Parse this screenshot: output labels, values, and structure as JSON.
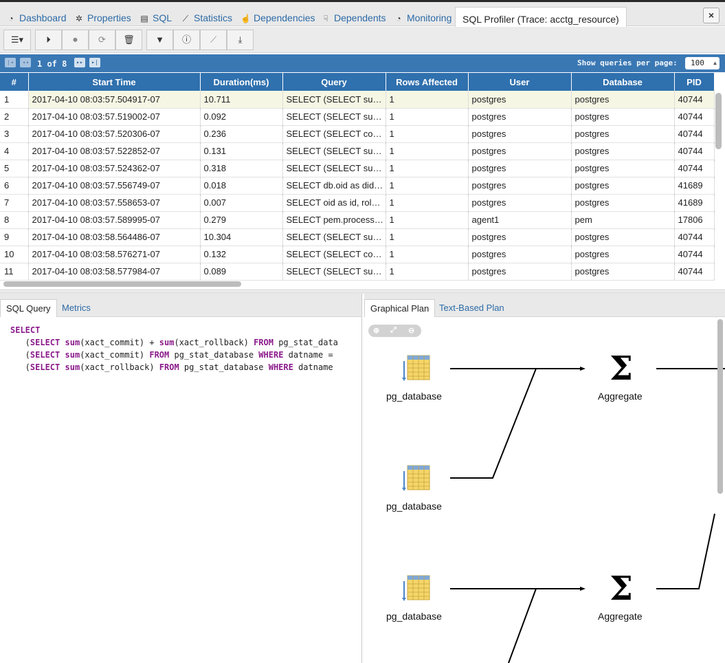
{
  "tabs": [
    {
      "label": "Dashboard",
      "icon": "dashboard-icon"
    },
    {
      "label": "Properties",
      "icon": "properties-icon"
    },
    {
      "label": "SQL",
      "icon": "sql-file-icon"
    },
    {
      "label": "Statistics",
      "icon": "statistics-icon"
    },
    {
      "label": "Dependencies",
      "icon": "dependencies-icon"
    },
    {
      "label": "Dependents",
      "icon": "dependents-icon"
    },
    {
      "label": "Monitoring",
      "icon": "monitoring-icon"
    },
    {
      "label": "SQL Profiler (Trace: acctg_resource)",
      "icon": ""
    }
  ],
  "close_label": "×",
  "pager": {
    "text": "1 of 8",
    "per_page_label": "Show queries per page:",
    "per_page_value": "100"
  },
  "grid": {
    "columns": [
      "#",
      "Start Time",
      "Duration(ms)",
      "Query",
      "Rows Affected",
      "User",
      "Database",
      "PID"
    ],
    "rows": [
      [
        "1",
        "2017-04-10 08:03:57.504917-07",
        "10.711",
        "SELECT (SELECT sum(xact_commit) + sum(xact_rollback) FROM pg_stat_database",
        "1",
        "postgres",
        "postgres",
        "40744"
      ],
      [
        "2",
        "2017-04-10 08:03:57.519002-07",
        "0.092",
        "SELECT (SELECT sum(xact_commit) FROM pg_stat_database",
        "1",
        "postgres",
        "postgres",
        "40744"
      ],
      [
        "3",
        "2017-04-10 08:03:57.520306-07",
        "0.236",
        "SELECT (SELECT count(*) FROM pg_stat_activity",
        "1",
        "postgres",
        "postgres",
        "40744"
      ],
      [
        "4",
        "2017-04-10 08:03:57.522852-07",
        "0.131",
        "SELECT (SELECT sum(tup_inserted) FROM pg_stat_database",
        "1",
        "postgres",
        "postgres",
        "40744"
      ],
      [
        "5",
        "2017-04-10 08:03:57.524362-07",
        "0.318",
        "SELECT (SELECT sum(blks_read) FROM pg_stat_database",
        "1",
        "postgres",
        "postgres",
        "40744"
      ],
      [
        "6",
        "2017-04-10 08:03:57.556749-07",
        "0.018",
        "SELECT db.oid as did, db.datname",
        "1",
        "postgres",
        "postgres",
        "41689"
      ],
      [
        "7",
        "2017-04-10 08:03:57.558653-07",
        "0.007",
        "SELECT oid as id, rolname as name",
        "1",
        "postgres",
        "postgres",
        "41689"
      ],
      [
        "8",
        "2017-04-10 08:03:57.589995-07",
        "0.279",
        "SELECT pem.process_alert_queue()",
        "1",
        "agent1",
        "pem",
        "17806"
      ],
      [
        "9",
        "2017-04-10 08:03:58.564486-07",
        "10.304",
        "SELECT (SELECT sum(xact_commit) + sum(xact_rollback) FROM pg_stat_database",
        "1",
        "postgres",
        "postgres",
        "40744"
      ],
      [
        "10",
        "2017-04-10 08:03:58.576271-07",
        "0.132",
        "SELECT (SELECT count(*) FROM pg_stat_activity",
        "1",
        "postgres",
        "postgres",
        "40744"
      ],
      [
        "11",
        "2017-04-10 08:03:58.577984-07",
        "0.089",
        "SELECT (SELECT sum(xact_commit) FROM pg_stat_database",
        "1",
        "postgres",
        "postgres",
        "40744"
      ]
    ]
  },
  "left_tabs": [
    "SQL Query",
    "Metrics"
  ],
  "right_tabs": [
    "Graphical Plan",
    "Text-Based Plan"
  ],
  "sql_lines": [
    [
      {
        "k": true,
        "t": "SELECT"
      }
    ],
    [
      {
        "k": false,
        "t": "   ("
      },
      {
        "k": true,
        "t": "SELECT"
      },
      {
        "k": false,
        "t": " "
      },
      {
        "k": true,
        "t": "sum"
      },
      {
        "k": false,
        "t": "(xact_commit) + "
      },
      {
        "k": true,
        "t": "sum"
      },
      {
        "k": false,
        "t": "(xact_rollback) "
      },
      {
        "k": true,
        "t": "FROM"
      },
      {
        "k": false,
        "t": " pg_stat_data"
      }
    ],
    [
      {
        "k": false,
        "t": "   ("
      },
      {
        "k": true,
        "t": "SELECT"
      },
      {
        "k": false,
        "t": " "
      },
      {
        "k": true,
        "t": "sum"
      },
      {
        "k": false,
        "t": "(xact_commit) "
      },
      {
        "k": true,
        "t": "FROM"
      },
      {
        "k": false,
        "t": " pg_stat_database "
      },
      {
        "k": true,
        "t": "WHERE"
      },
      {
        "k": false,
        "t": " datname ="
      }
    ],
    [
      {
        "k": false,
        "t": "   ("
      },
      {
        "k": true,
        "t": "SELECT"
      },
      {
        "k": false,
        "t": " "
      },
      {
        "k": true,
        "t": "sum"
      },
      {
        "k": false,
        "t": "(xact_rollback) "
      },
      {
        "k": true,
        "t": "FROM"
      },
      {
        "k": false,
        "t": " pg_stat_database "
      },
      {
        "k": true,
        "t": "WHERE"
      },
      {
        "k": false,
        "t": " datname"
      }
    ]
  ],
  "plan_nodes": [
    {
      "label": "pg_database",
      "kind": "table"
    },
    {
      "label": "Aggregate",
      "kind": "aggregate"
    },
    {
      "label": "pg_database",
      "kind": "table"
    },
    {
      "label": "pg_database",
      "kind": "table"
    },
    {
      "label": "Aggregate",
      "kind": "aggregate"
    }
  ],
  "colors": {
    "header_blue": "#2f70ae",
    "pager_blue": "#3a78b4",
    "link_blue": "#2c6aa6",
    "keyword": "#8a1a8a",
    "selected_row": "#f6f6e4"
  }
}
